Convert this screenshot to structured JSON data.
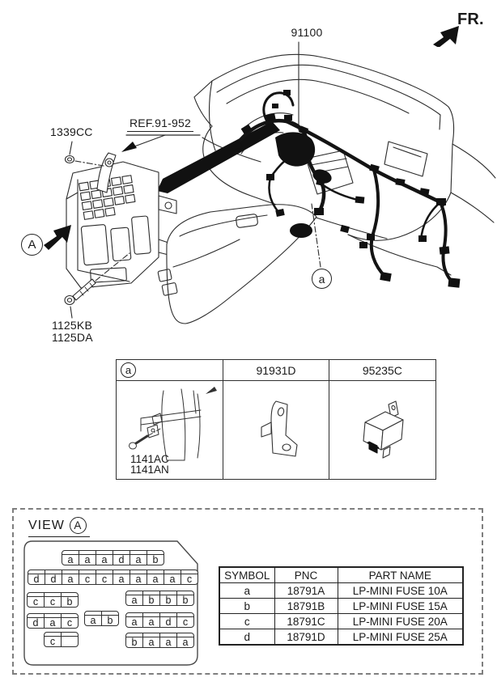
{
  "header": {
    "fr_label": "FR."
  },
  "diagram": {
    "harness_callout": "91100",
    "nut_callout": "1339CC",
    "ref_callout": "REF.91-952",
    "bolt_callouts": [
      "1125KB",
      "1125DA"
    ],
    "box_marker": "A",
    "harness_marker": "a"
  },
  "parts_table": {
    "marker": "a",
    "columns": [
      "91931D",
      "95235C"
    ],
    "bracket_callouts": [
      "1141AC",
      "1141AN"
    ]
  },
  "view_a": {
    "title": "VIEW",
    "marker": "A",
    "fuse_groups": [
      [
        "a",
        "a",
        "a",
        "d",
        "a",
        "b"
      ],
      [
        "d",
        "d",
        "a",
        "c",
        "c",
        "a",
        "a",
        "a",
        "a",
        "c"
      ],
      [
        "c",
        "c",
        "b"
      ],
      [
        "a",
        "b",
        "b",
        "b"
      ],
      [
        "d",
        "a",
        "c"
      ],
      [
        "a",
        "b"
      ],
      [
        "a",
        "a",
        "d",
        "c"
      ],
      [
        "c",
        ""
      ],
      [
        "b",
        "a",
        "a",
        "a"
      ]
    ],
    "fuse_table": {
      "headers": [
        "SYMBOL",
        "PNC",
        "PART NAME"
      ],
      "rows": [
        [
          "a",
          "18791A",
          "LP-MINI FUSE 10A"
        ],
        [
          "b",
          "18791B",
          "LP-MINI FUSE 15A"
        ],
        [
          "c",
          "18791C",
          "LP-MINI FUSE 20A"
        ],
        [
          "d",
          "18791D",
          "LP-MINI FUSE 25A"
        ]
      ]
    }
  }
}
